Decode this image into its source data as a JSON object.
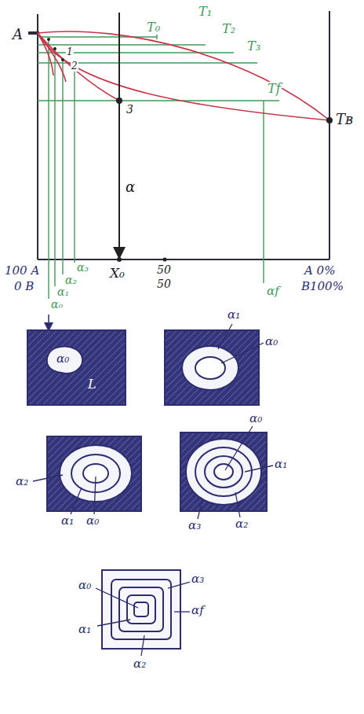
{
  "diagram": {
    "labels": [
      "A",
      "T₀",
      "T₁",
      "T₂",
      "T₃",
      "Tʙ",
      "Tf",
      "1",
      "2",
      "3",
      "α",
      "X₀",
      "50",
      "50",
      "100 A",
      "0 B",
      "A 0%",
      "B100%",
      "α₃",
      "α₂",
      "α₁",
      "α₀",
      "αf",
      "α₀",
      "L",
      "α₁",
      "α₀",
      "α₂",
      "α₁",
      "α₀",
      "α₀",
      "α₁",
      "α₂",
      "α₃",
      "α₀",
      "α₃",
      "αf",
      "α₁",
      "α₂"
    ]
  }
}
